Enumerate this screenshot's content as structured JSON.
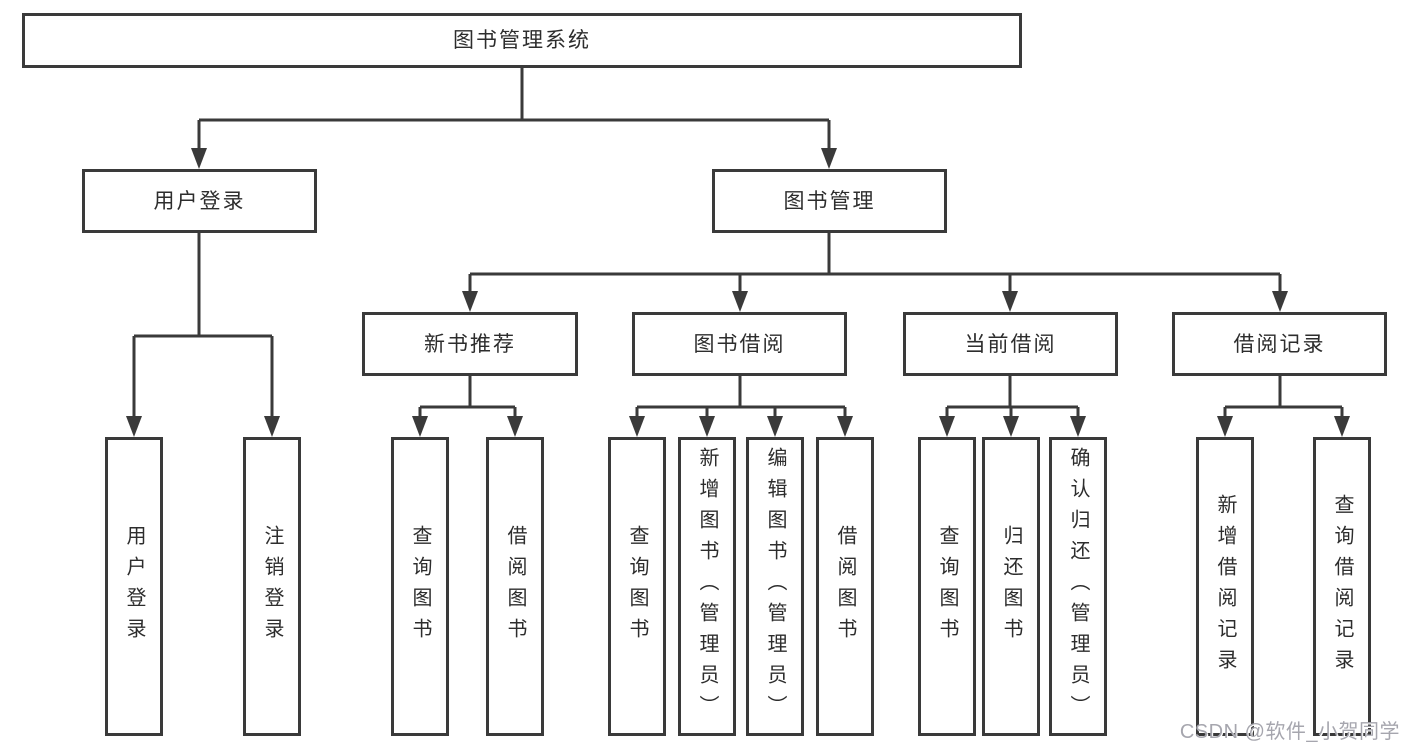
{
  "diagram": {
    "root": {
      "label": "图书管理系统"
    },
    "level2": {
      "user_login": {
        "label": "用户登录"
      },
      "book_management": {
        "label": "图书管理"
      }
    },
    "level3": {
      "new_book_recommend": {
        "label": "新书推荐"
      },
      "book_borrow": {
        "label": "图书借阅"
      },
      "current_borrow": {
        "label": "当前借阅"
      },
      "borrow_records": {
        "label": "借阅记录"
      }
    },
    "leaves": {
      "user_login_leaf": {
        "label": "用户登录"
      },
      "logout": {
        "label": "注销登录"
      },
      "recommend_query_books": {
        "label": "查询图书"
      },
      "recommend_borrow_books": {
        "label": "借阅图书"
      },
      "borrow_query_books": {
        "label": "查询图书"
      },
      "add_books_admin": {
        "label": "新增图书（管理员）"
      },
      "edit_books_admin": {
        "label": "编辑图书（管理员）"
      },
      "borrow_books": {
        "label": "借阅图书"
      },
      "current_query_books": {
        "label": "查询图书"
      },
      "return_books": {
        "label": "归还图书"
      },
      "confirm_return_admin": {
        "label": "确认归还（管理员）"
      },
      "add_borrow_record": {
        "label": "新增借阅记录"
      },
      "query_borrow_record": {
        "label": "查询借阅记录"
      }
    },
    "watermark": {
      "text": "CSDN @软件_小贺同学"
    },
    "colors": {
      "line": "#3a3a3a",
      "text": "#2d2d2d",
      "box_background": "#ffffff",
      "watermark": "#a6a6ae"
    }
  }
}
